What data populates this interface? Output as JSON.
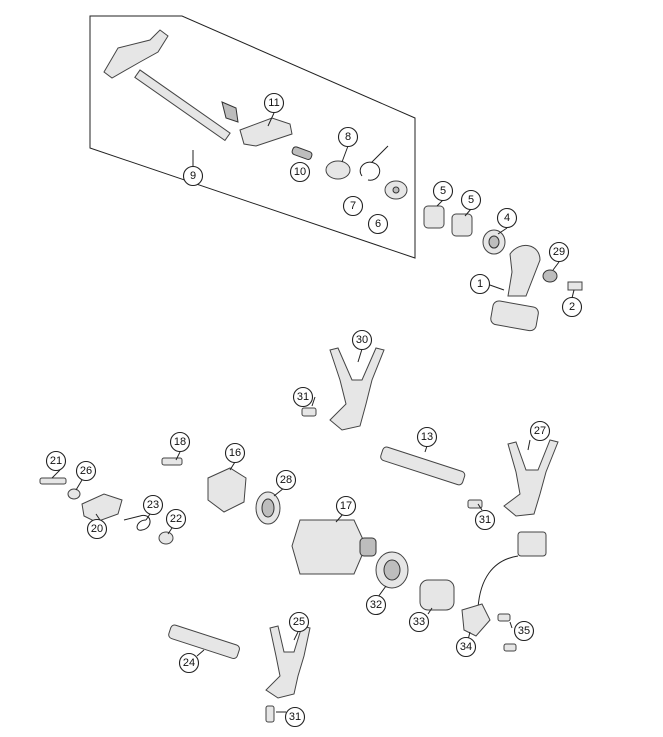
{
  "callouts": [
    {
      "id": "c1",
      "label": "1"
    },
    {
      "id": "c2",
      "label": "2"
    },
    {
      "id": "c4",
      "label": "4"
    },
    {
      "id": "c5a",
      "label": "5"
    },
    {
      "id": "c5b",
      "label": "5"
    },
    {
      "id": "c6",
      "label": "6"
    },
    {
      "id": "c7",
      "label": "7"
    },
    {
      "id": "c8",
      "label": "8"
    },
    {
      "id": "c9",
      "label": "9"
    },
    {
      "id": "c10",
      "label": "10"
    },
    {
      "id": "c11",
      "label": "11"
    },
    {
      "id": "c13",
      "label": "13"
    },
    {
      "id": "c16",
      "label": "16"
    },
    {
      "id": "c17",
      "label": "17"
    },
    {
      "id": "c18",
      "label": "18"
    },
    {
      "id": "c20",
      "label": "20"
    },
    {
      "id": "c21",
      "label": "21"
    },
    {
      "id": "c22",
      "label": "22"
    },
    {
      "id": "c23",
      "label": "23"
    },
    {
      "id": "c24",
      "label": "24"
    },
    {
      "id": "c25",
      "label": "25"
    },
    {
      "id": "c26",
      "label": "26"
    },
    {
      "id": "c27",
      "label": "27"
    },
    {
      "id": "c28",
      "label": "28"
    },
    {
      "id": "c29",
      "label": "29"
    },
    {
      "id": "c30",
      "label": "30"
    },
    {
      "id": "c31a",
      "label": "31"
    },
    {
      "id": "c31b",
      "label": "31"
    },
    {
      "id": "c31c",
      "label": "31"
    },
    {
      "id": "c32",
      "label": "32"
    },
    {
      "id": "c33",
      "label": "33"
    },
    {
      "id": "c34",
      "label": "34"
    },
    {
      "id": "c35",
      "label": "35"
    }
  ]
}
